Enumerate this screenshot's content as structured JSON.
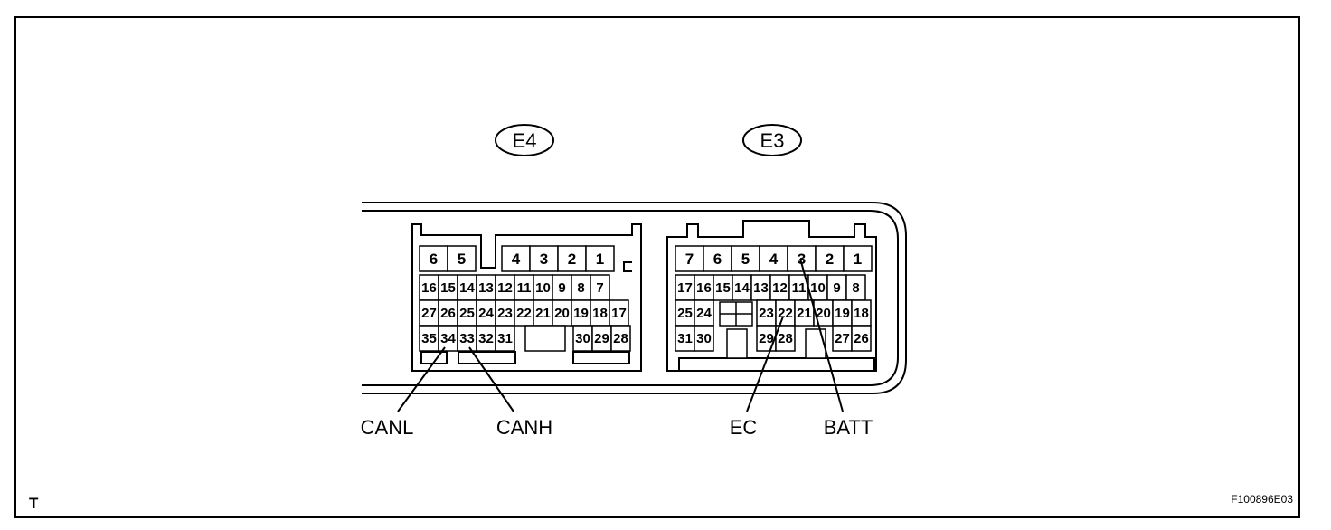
{
  "connectors": {
    "e4": {
      "tag": "E4",
      "row1": [
        "6",
        "5",
        "4",
        "3",
        "2",
        "1"
      ],
      "row2": [
        "16",
        "15",
        "14",
        "13",
        "12",
        "11",
        "10",
        "9",
        "8",
        "7"
      ],
      "row3": [
        "27",
        "26",
        "25",
        "24",
        "23",
        "22",
        "21",
        "20",
        "19",
        "18",
        "17"
      ],
      "row4": [
        "35",
        "34",
        "33",
        "32",
        "31",
        "30",
        "29",
        "28"
      ]
    },
    "e3": {
      "tag": "E3",
      "row1": [
        "7",
        "6",
        "5",
        "4",
        "3",
        "2",
        "1"
      ],
      "row2": [
        "17",
        "16",
        "15",
        "14",
        "13",
        "12",
        "11",
        "10",
        "9",
        "8"
      ],
      "row3": [
        "25",
        "24",
        "23",
        "22",
        "21",
        "20",
        "19",
        "18"
      ],
      "row4": [
        "31",
        "30",
        "29",
        "28",
        "27",
        "26"
      ]
    }
  },
  "callouts": {
    "canl": "CANL",
    "canh": "CANH",
    "ec": "EC",
    "batt": "BATT"
  },
  "corner_letter": "T",
  "figure_id": "F100896E03"
}
